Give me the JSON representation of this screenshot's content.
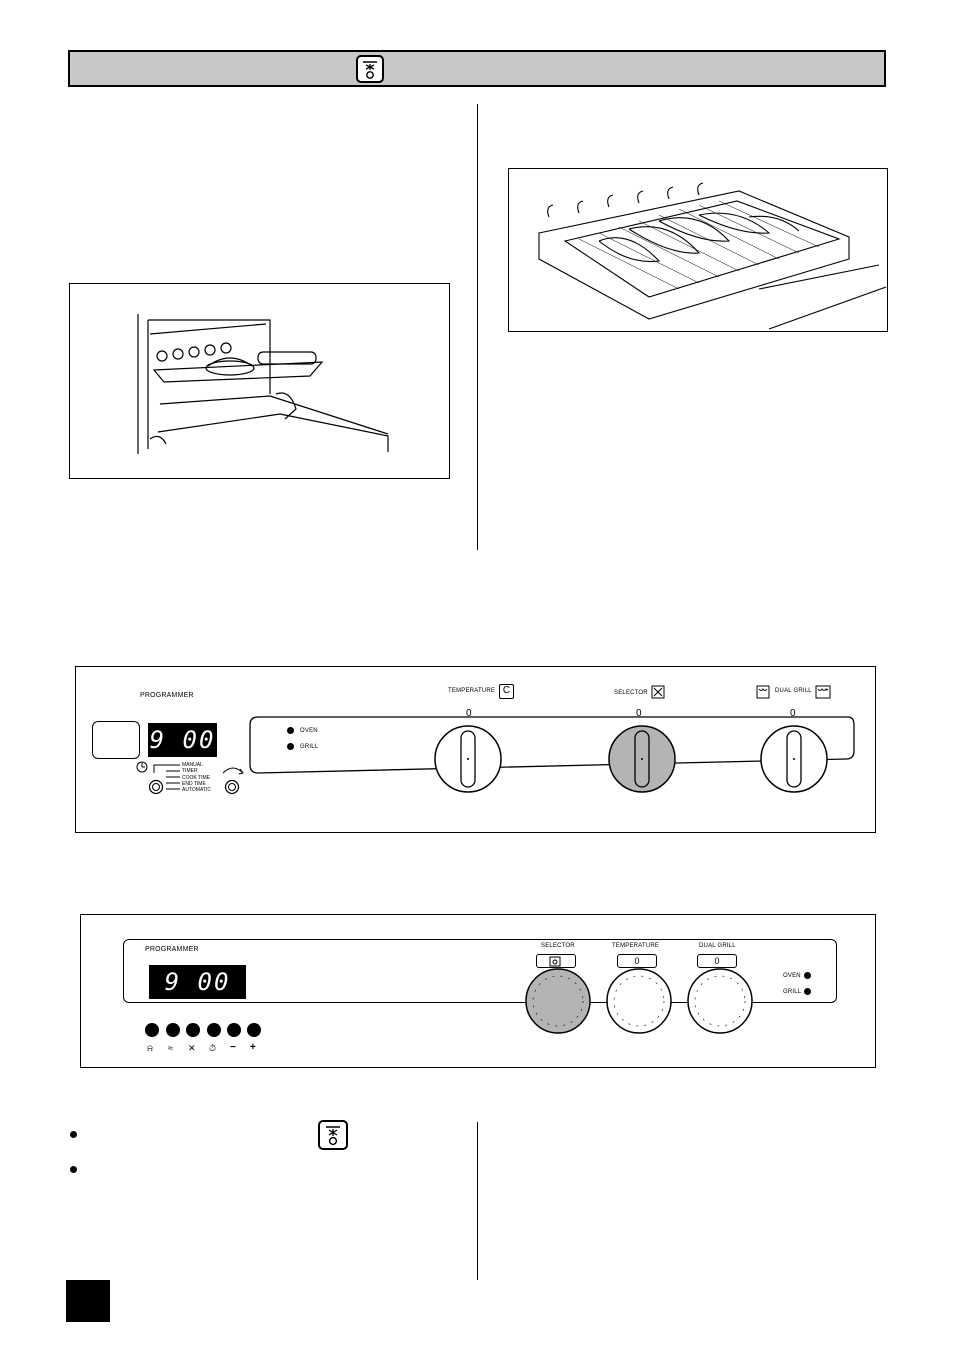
{
  "panel1": {
    "programmer_label": "PROGRAMMER",
    "display": "9 00",
    "oven_label": "OVEN",
    "grill_label": "GRILL",
    "modes": [
      "MANUAL",
      "TIMER",
      "COOK TIME",
      "END TIME",
      "AUTOMATIC"
    ],
    "temperature_label": "TEMPERATURE",
    "temperature_symbol": "C",
    "selector_label": "SELECTOR",
    "dual_grill_label": "DUAL GRILL",
    "zero": "0"
  },
  "panel2": {
    "programmer_label": "PROGRAMMER",
    "display": "9 00",
    "selector_label": "SELECTOR",
    "temperature_label": "TEMPERATURE",
    "dual_grill_label": "DUAL GRILL",
    "zero": "0",
    "oven_label": "OVEN",
    "grill_label": "GRILL",
    "button_symbols": [
      "⍾",
      "≈",
      "✕",
      "⏱",
      "−",
      "+"
    ]
  },
  "icons": {
    "header_symbol": "fan-grill-icon",
    "bullet_symbol": "fan-grill-icon"
  },
  "colors": {
    "header_bar": "#c8c8c8",
    "selector_knob": "#b4b4b4"
  }
}
